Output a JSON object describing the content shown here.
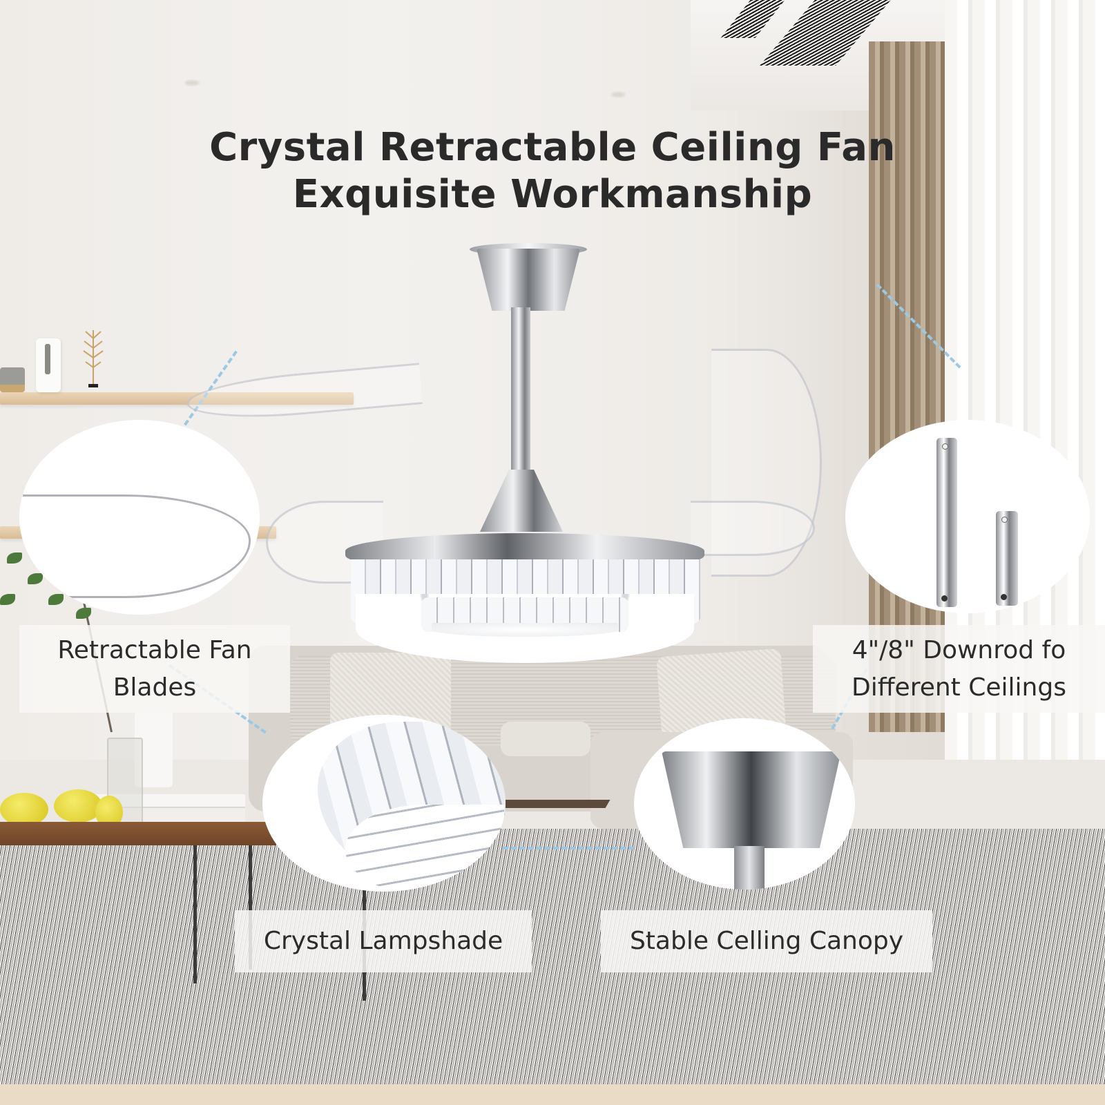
{
  "headline": {
    "line1": "Crystal Retractable Ceiling Fan",
    "line2": "Exquisite Workmanship"
  },
  "features": [
    {
      "id": "blades",
      "line1": "Retractable Fan",
      "line2": "Blades",
      "detail_image": "clear-fan-blade-closeup"
    },
    {
      "id": "downrod",
      "line1": "4\"/8\" Downrod fo",
      "line2": "Different Ceilings",
      "detail_image": "two-chrome-downrods"
    },
    {
      "id": "lampshade",
      "line1": "Crystal Lampshade",
      "detail_image": "crystal-lampshade-closeup"
    },
    {
      "id": "canopy",
      "line1": "Stable Celling Canopy",
      "detail_image": "chrome-ceiling-canopy-closeup"
    }
  ],
  "colors": {
    "headline_text": "#2a2a2a",
    "label_text": "#2b2b2b",
    "label_bg": "#f8f7f5",
    "dashed_connector": "#9bc8e4",
    "wall": "#efece8",
    "curtain": "#a38f77"
  }
}
